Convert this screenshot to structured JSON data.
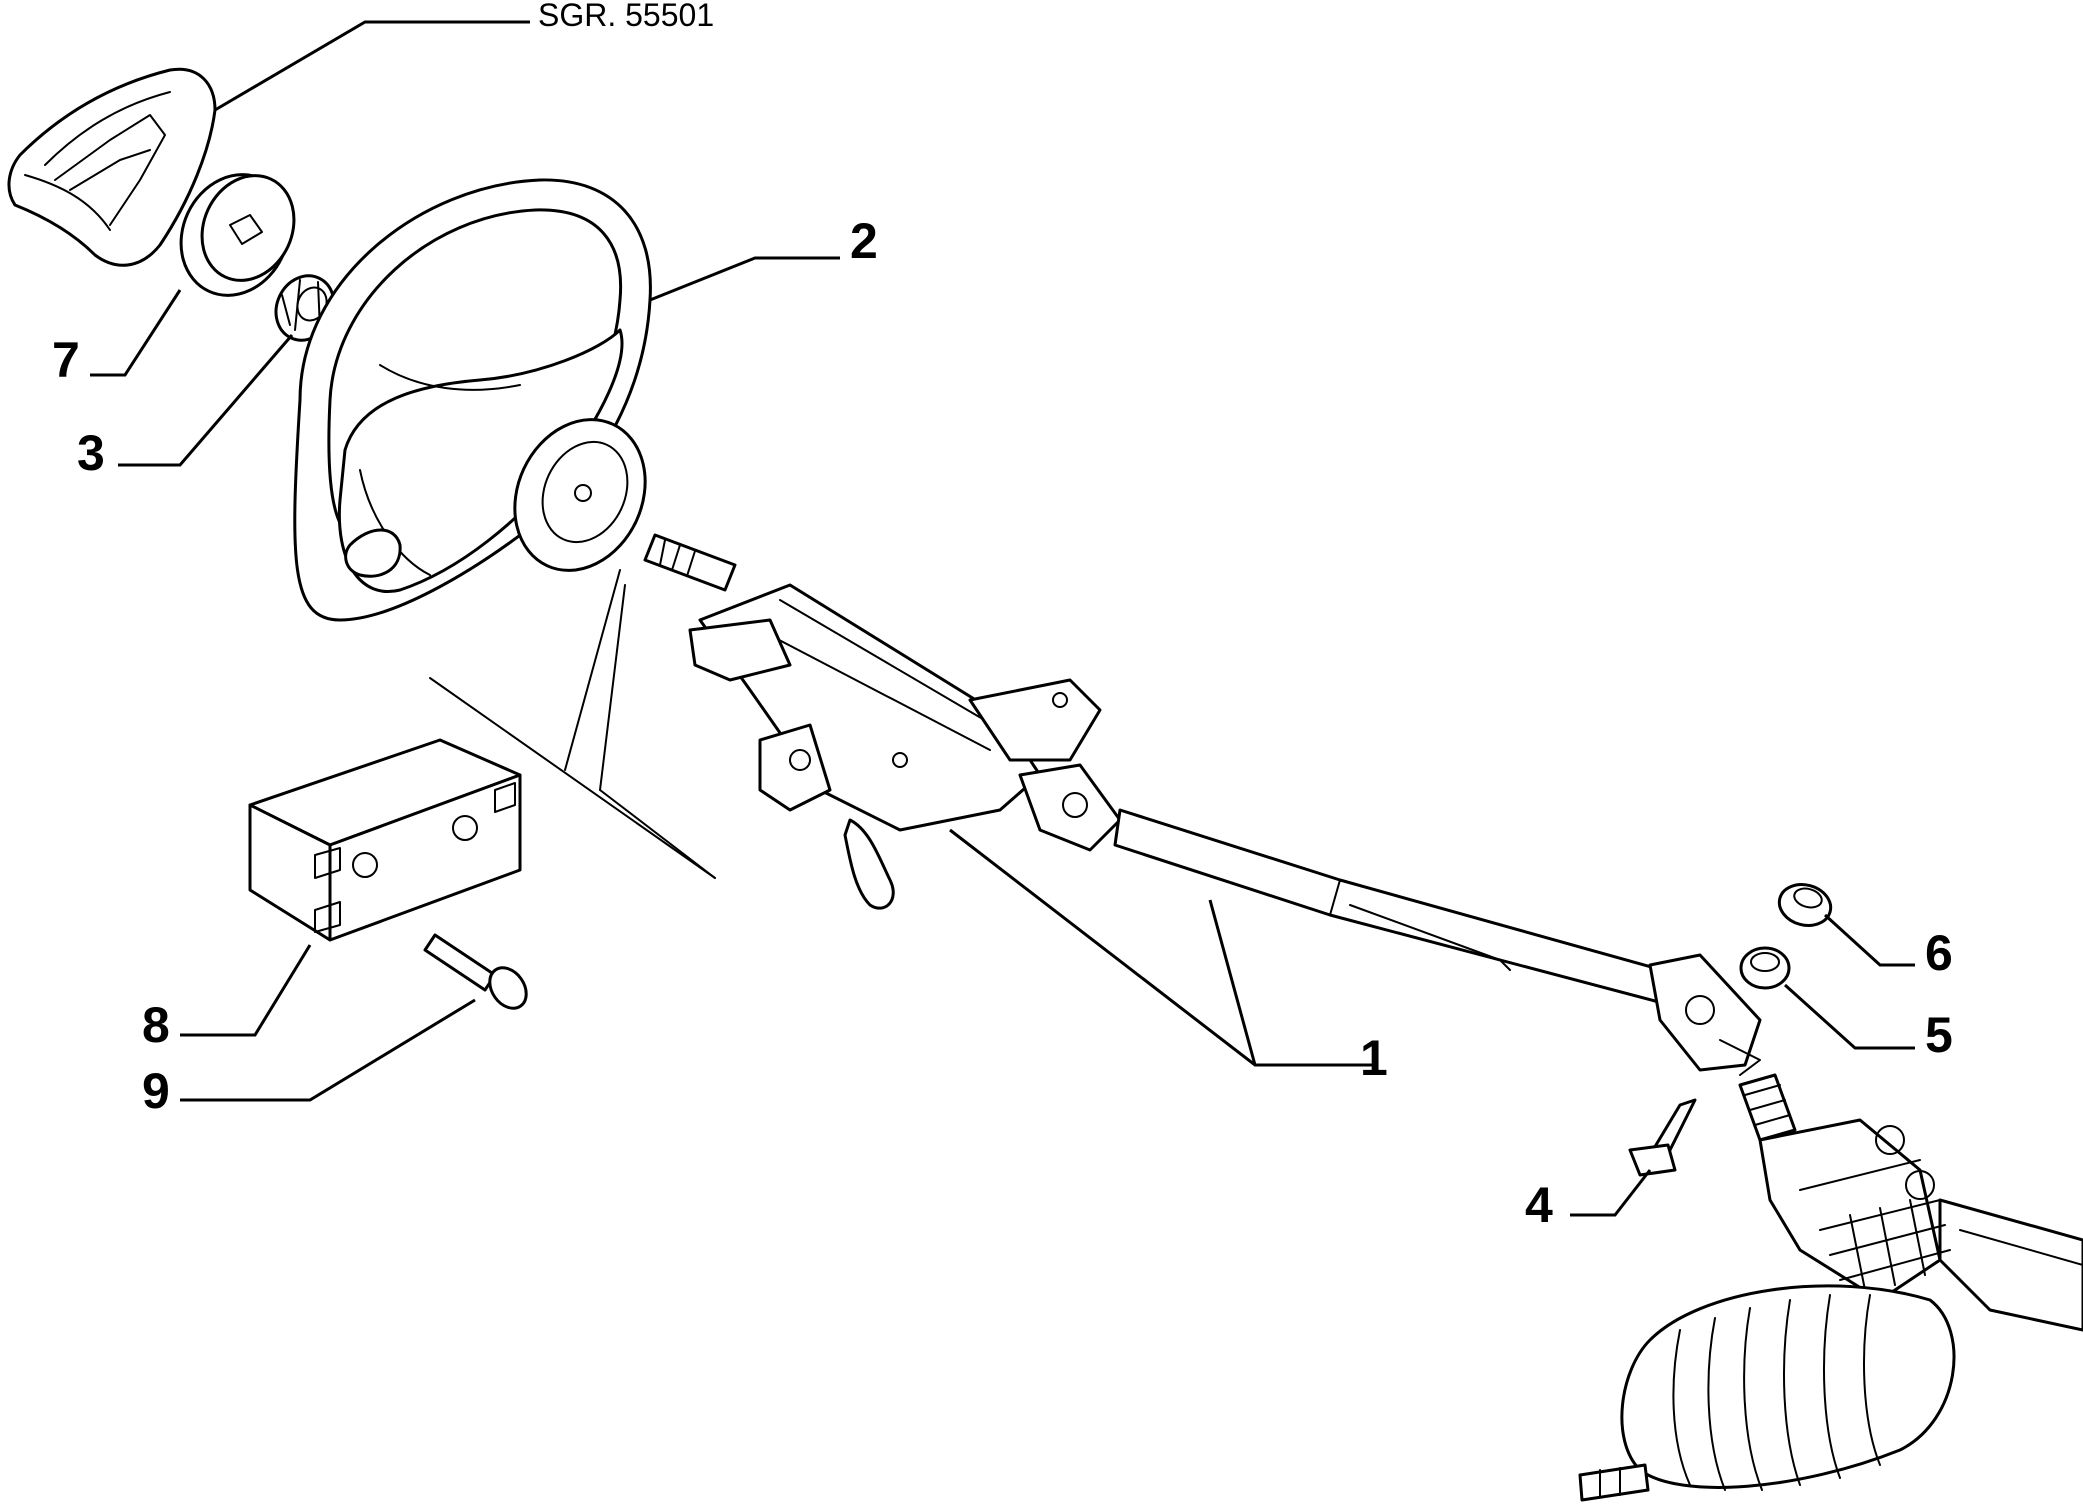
{
  "reference": "SGR. 55501",
  "callouts": {
    "c1": "1",
    "c2": "2",
    "c3": "3",
    "c4": "4",
    "c5": "5",
    "c6": "6",
    "c7": "7",
    "c8": "8",
    "c9": "9"
  },
  "colors": {
    "line": "#000000",
    "background": "#ffffff"
  }
}
